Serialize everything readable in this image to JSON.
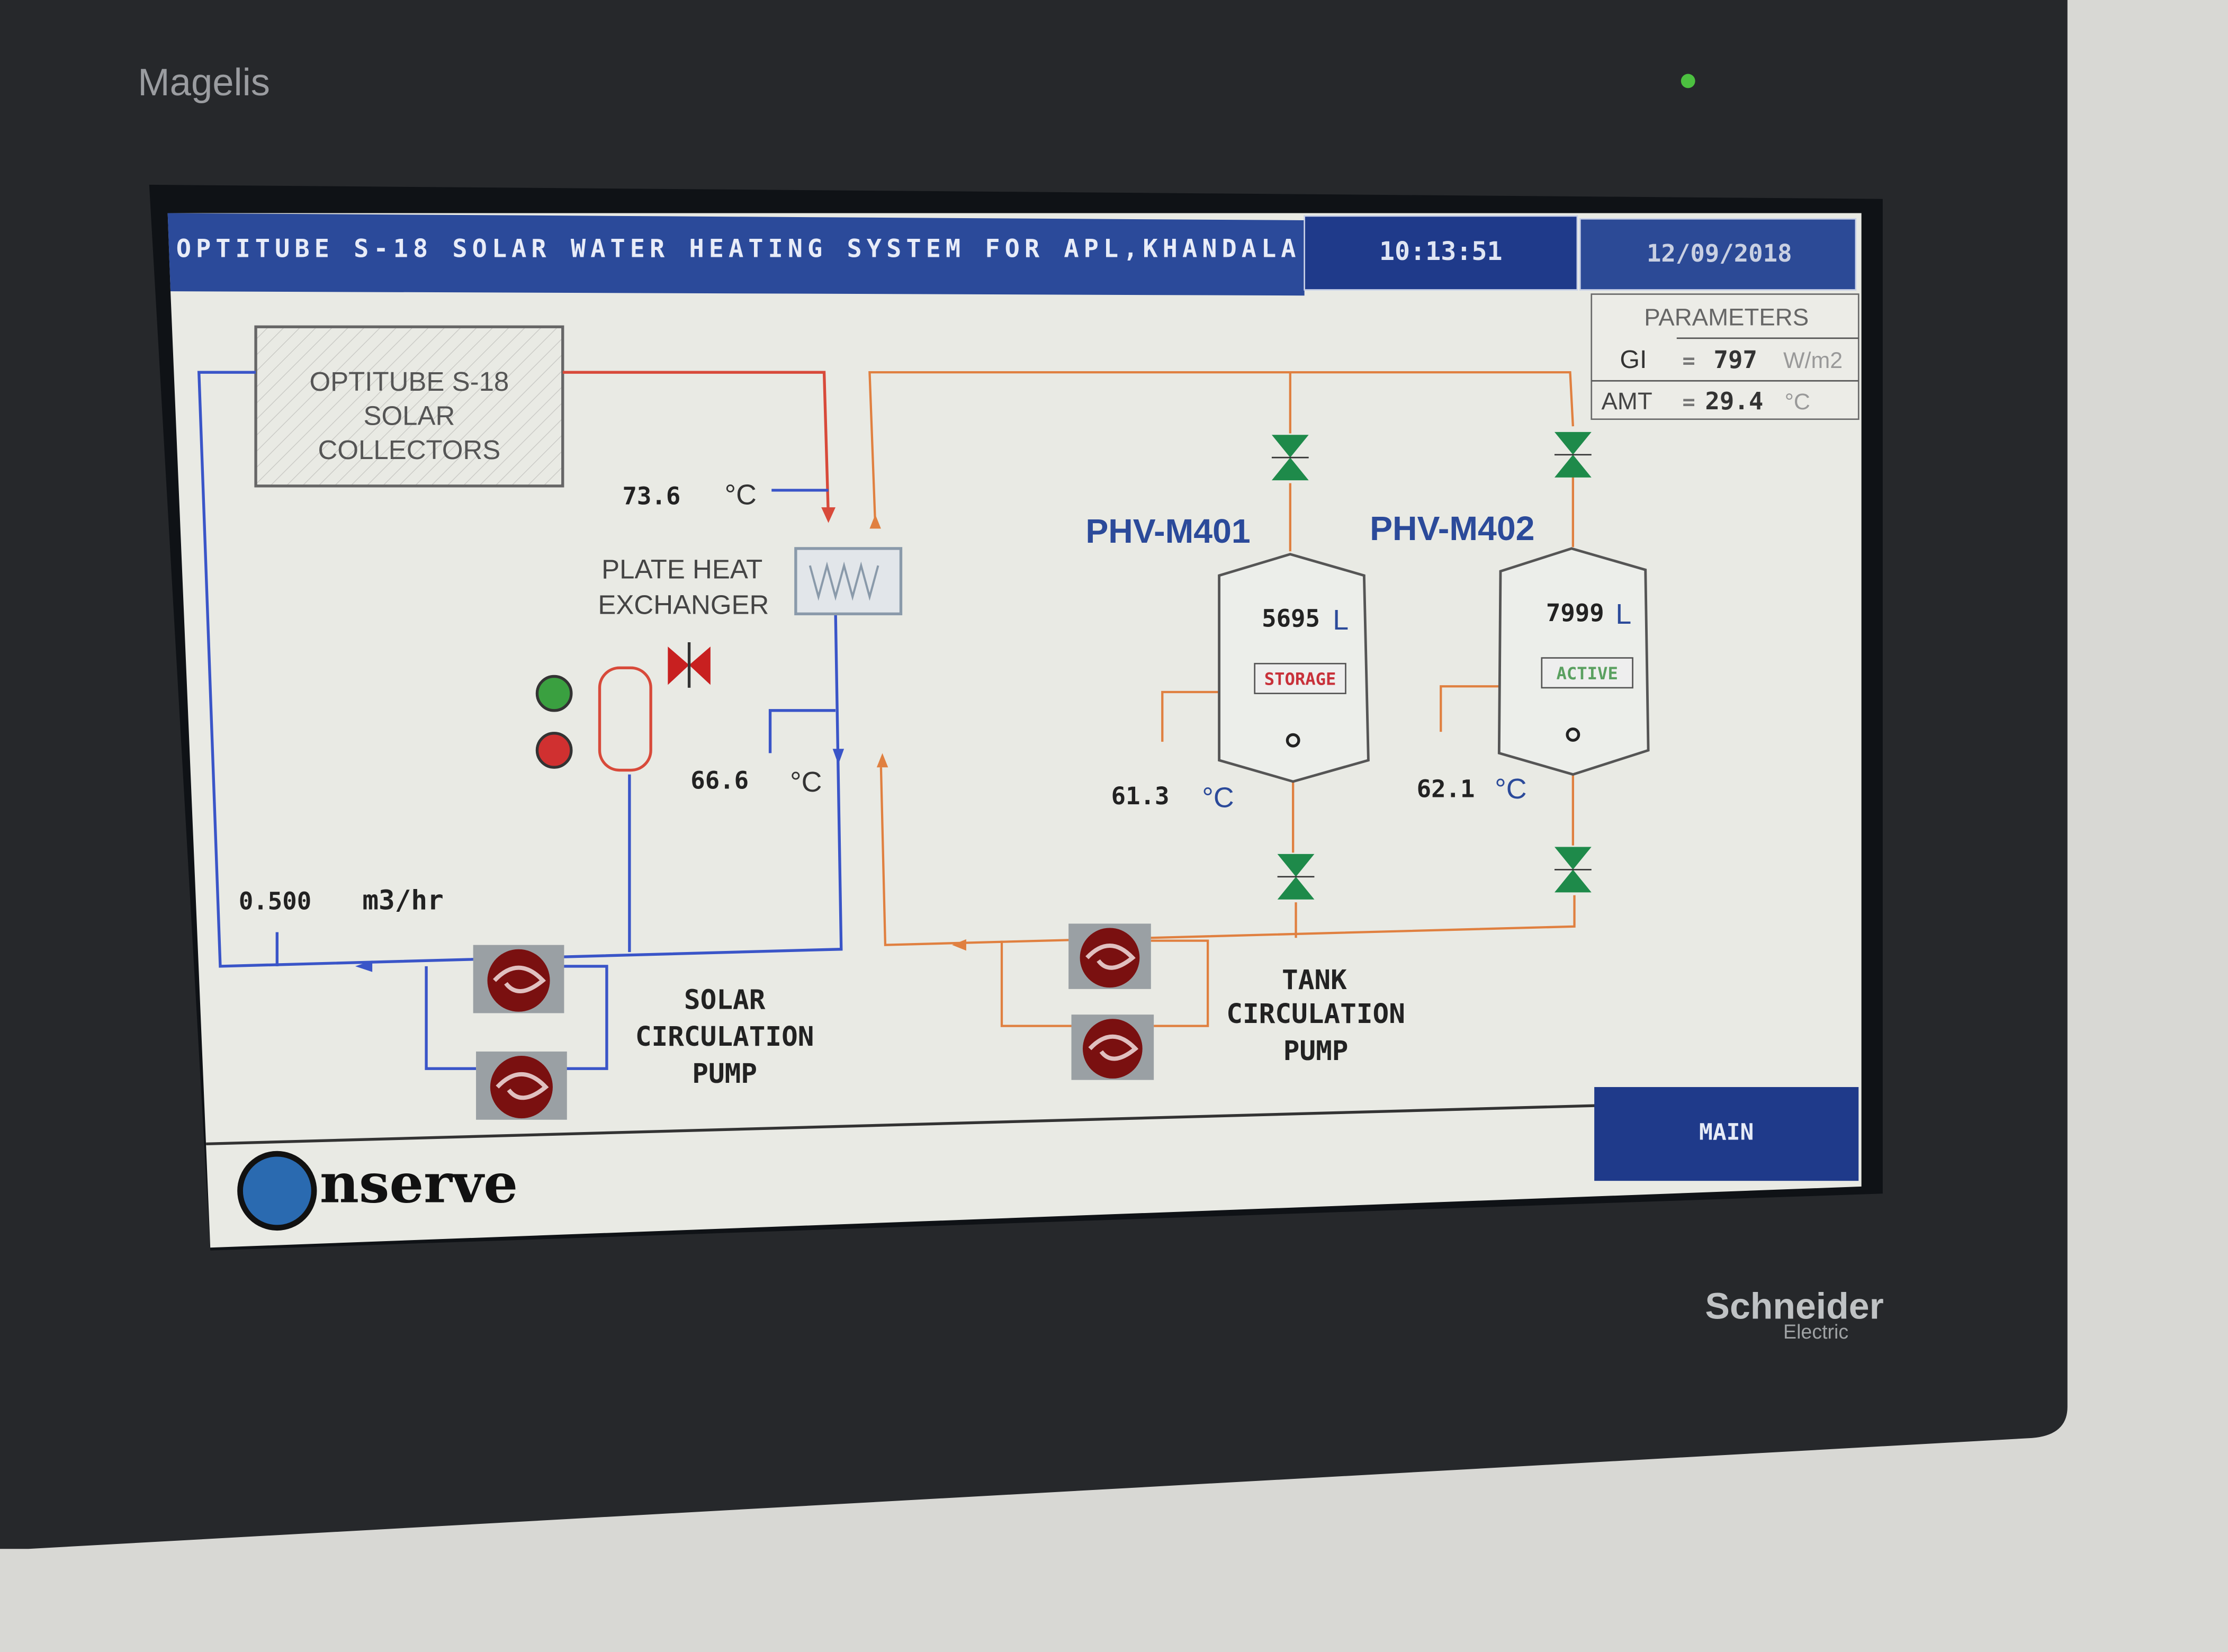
{
  "device": {
    "brand_top": "Magelis",
    "brand_bottom": "Schneider",
    "brand_bottom_sub": "Electric"
  },
  "header": {
    "title": "OPTITUBE S-18 SOLAR WATER HEATING SYSTEM FOR APL,KHANDALA",
    "time": "10:13:51",
    "date": "12/09/2018"
  },
  "parameters": {
    "title": "PARAMETERS",
    "gi_label": "GI",
    "gi_eq": "=",
    "gi_value": "797",
    "gi_unit": "W/m2",
    "amt_label": "AMT",
    "amt_eq": "=",
    "amt_value": "29.4",
    "amt_unit": "°C"
  },
  "solar": {
    "collectors_label": [
      "OPTITUBE S-18",
      "SOLAR",
      "COLLECTORS"
    ],
    "hot_temp": "73.6",
    "hot_unit": "°C",
    "return_temp": "66.6",
    "return_unit": "°C",
    "flow_value": "0.500",
    "flow_unit": "m3/hr",
    "phe_label": [
      "PLATE HEAT",
      "EXCHANGER"
    ],
    "pump_label": [
      "SOLAR",
      "CIRCULATION",
      "PUMP"
    ]
  },
  "tanks": [
    {
      "name": "PHV-M401",
      "volume": "5695",
      "unit": "L",
      "status": "STORAGE",
      "temp": "61.3",
      "temp_unit": "°C",
      "status_color": "#c8303a"
    },
    {
      "name": "PHV-M402",
      "volume": "7999",
      "unit": "L",
      "status": "ACTIVE",
      "temp": "62.1",
      "temp_unit": "°C",
      "status_color": "#5aa060"
    }
  ],
  "tank_pump_label": [
    "TANK",
    "CIRCULATION",
    "PUMP"
  ],
  "footer": {
    "logo_text": "nserve",
    "main_button": "MAIN"
  },
  "colors": {
    "header_blue": "#2b4a9a",
    "pipe_blue": "#3a55c8",
    "pipe_red": "#d84a3a",
    "pipe_orange": "#e08040",
    "valve_green": "#1e8a4a"
  }
}
